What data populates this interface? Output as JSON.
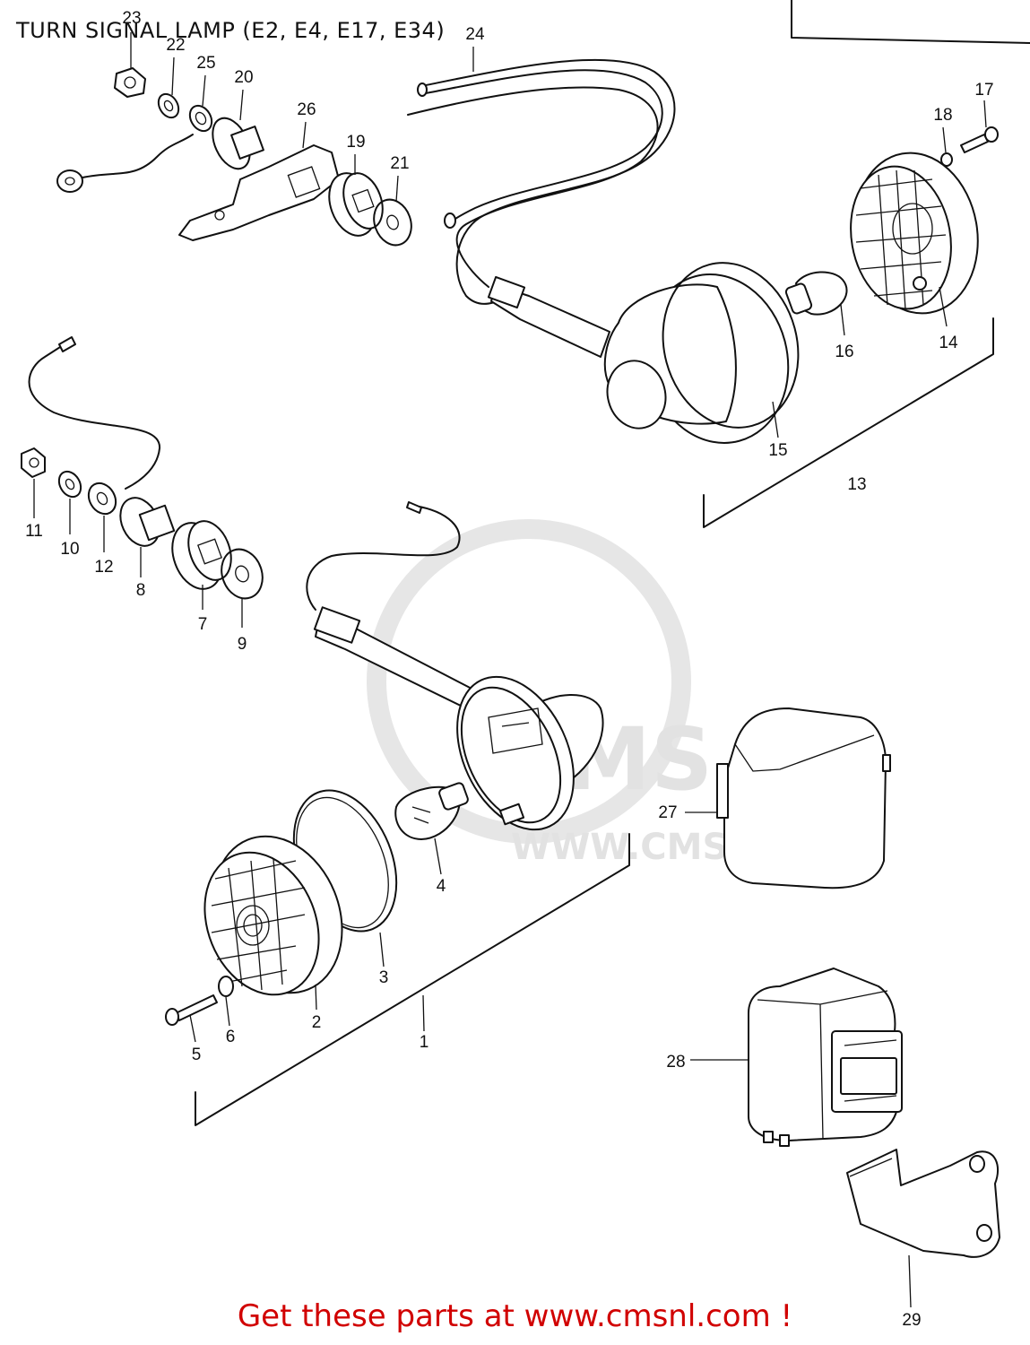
{
  "title": "TURN SIGNAL LAMP (E2, E4, E17, E34)",
  "footer": "Get these parts at www.cmsnl.com !",
  "watermark": {
    "logo_text": "CMS",
    "url_text": "WWW.CMSNL.COM"
  },
  "callouts": [
    {
      "id": "23",
      "text": "23"
    },
    {
      "id": "22",
      "text": "22"
    },
    {
      "id": "25",
      "text": "25"
    },
    {
      "id": "20",
      "text": "20"
    },
    {
      "id": "26",
      "text": "26"
    },
    {
      "id": "19",
      "text": "19"
    },
    {
      "id": "21",
      "text": "21"
    },
    {
      "id": "24",
      "text": "24"
    },
    {
      "id": "18",
      "text": "18"
    },
    {
      "id": "17",
      "text": "17"
    },
    {
      "id": "16",
      "text": "16"
    },
    {
      "id": "14",
      "text": "14"
    },
    {
      "id": "15",
      "text": "15"
    },
    {
      "id": "13",
      "text": "13"
    },
    {
      "id": "11",
      "text": "11"
    },
    {
      "id": "10",
      "text": "10"
    },
    {
      "id": "12",
      "text": "12"
    },
    {
      "id": "8",
      "text": "8"
    },
    {
      "id": "7",
      "text": "7"
    },
    {
      "id": "9",
      "text": "9"
    },
    {
      "id": "27",
      "text": "27"
    },
    {
      "id": "4",
      "text": "4"
    },
    {
      "id": "3",
      "text": "3"
    },
    {
      "id": "2",
      "text": "2"
    },
    {
      "id": "6",
      "text": "6"
    },
    {
      "id": "5",
      "text": "5"
    },
    {
      "id": "1",
      "text": "1"
    },
    {
      "id": "28",
      "text": "28"
    },
    {
      "id": "29",
      "text": "29"
    }
  ],
  "colors": {
    "footer": "#d10000",
    "line": "#111111",
    "watermark": "#e2e2e2"
  }
}
